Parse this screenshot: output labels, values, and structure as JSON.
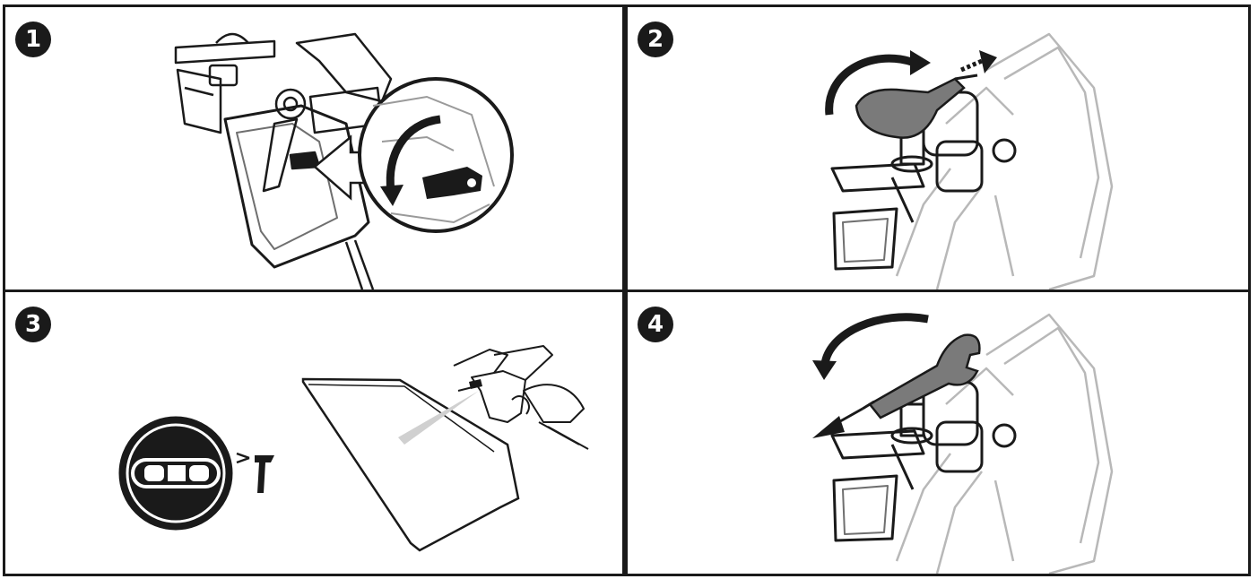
{
  "steps": [
    {
      "number": "1",
      "icon": "trigger-lock-engage-icon"
    },
    {
      "number": "2",
      "icon": "tip-rotate-remove-icon"
    },
    {
      "number": "3",
      "icon": "spray-test-icon"
    },
    {
      "number": "4",
      "icon": "tip-insert-rotate-icon"
    }
  ],
  "colors": {
    "ink": "#1a1a1a",
    "line": "#6f6f6f",
    "light": "#bdbdbd",
    "accent": "#7a7a7a"
  }
}
